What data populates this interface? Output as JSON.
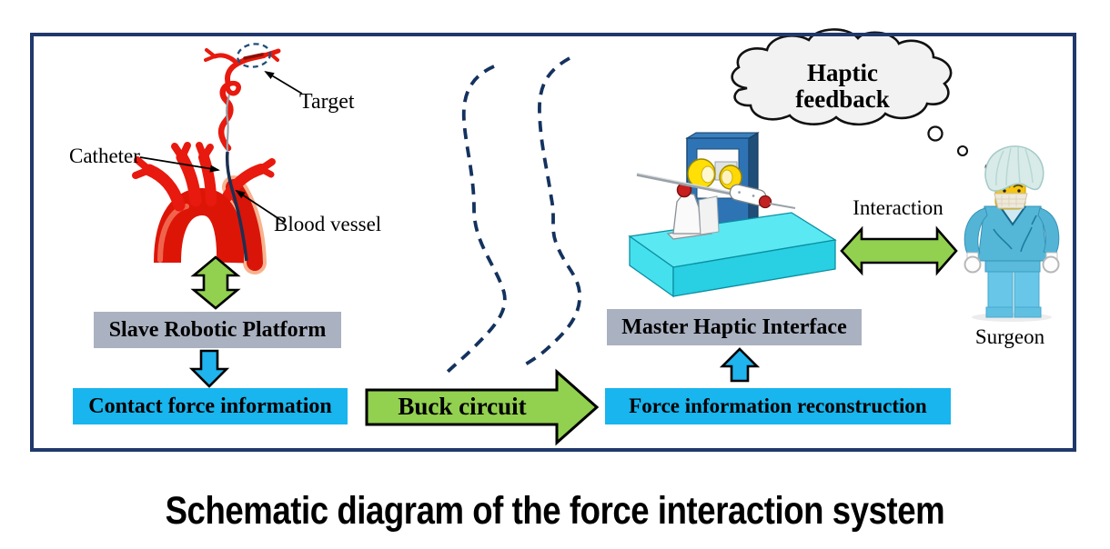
{
  "figure": {
    "caption": "Schematic diagram of the force interaction system"
  },
  "diagram": {
    "vessel": {
      "target_label": "Target",
      "catheter_label": "Catheter",
      "blood_vessel_label": "Blood vessel"
    },
    "boxes": {
      "slave": "Slave Robotic Platform",
      "contact": "Contact force information",
      "buck": "Buck circuit",
      "force": "Force information reconstruction",
      "master": "Master Haptic Interface"
    },
    "cloud": {
      "line1": "Haptic",
      "line2": "feedback"
    },
    "interaction_label": "Interaction",
    "surgeon_label": "Surgeon",
    "colors": {
      "frame_navy": "#20386b",
      "dash_navy": "#14325e",
      "arrow_green": "#92d050",
      "arrow_blue": "#1fb4ee",
      "box_cyan": "#18b5ee",
      "box_gray": "#aab1c0",
      "vessel_red": "#e8190e",
      "device_cyan": "#45e0ee",
      "device_frame_blue": "#2e74b5"
    }
  }
}
